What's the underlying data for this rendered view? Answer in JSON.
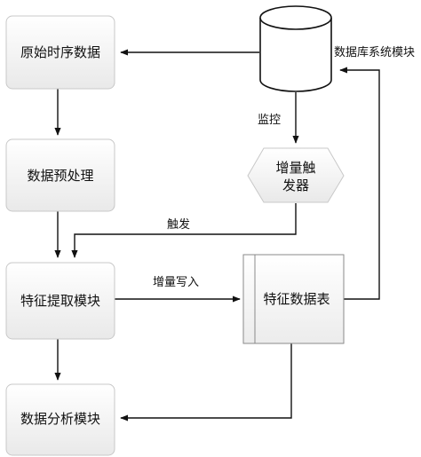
{
  "nodes": {
    "raw_data": "原始时序数据",
    "preprocess": "数据预处理",
    "feature_extract": "特征提取模块",
    "analysis": "数据分析模块",
    "database": "数据库系统模块",
    "trigger_line1": "增量触",
    "trigger_line2": "发器",
    "feature_table": "特征数据表"
  },
  "edges": {
    "monitor": "监控",
    "trigger": "触发",
    "incremental_write": "增量写入"
  }
}
